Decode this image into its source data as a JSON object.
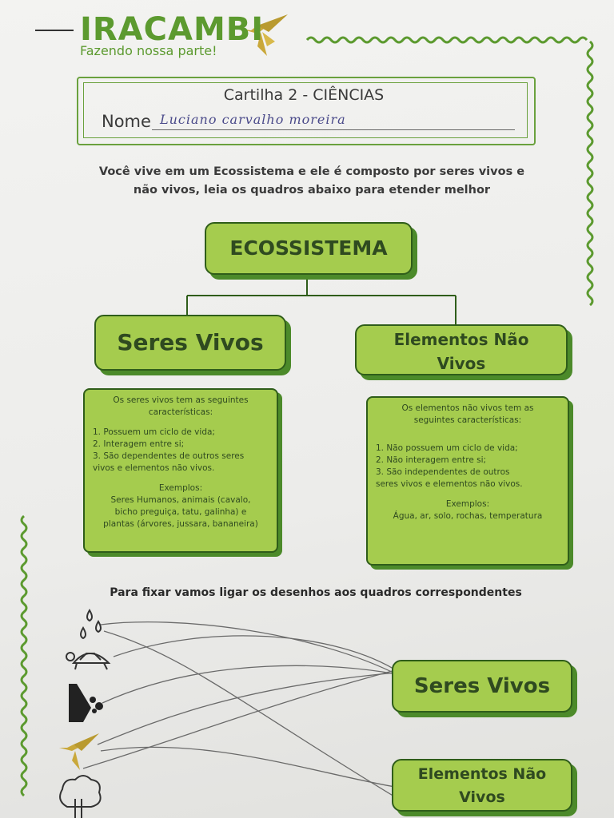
{
  "header": {
    "brand": "IRACAMBI",
    "tagline": "Fazendo nossa parte!"
  },
  "title_box": {
    "title": "Cartilha 2 - CIÊNCIAS",
    "name_label": "Nome",
    "name_value": "Luciano carvalho moreira"
  },
  "intro": {
    "line1": "Você vive em um Ecossistema e ele é composto por seres vivos e",
    "line2": "não vivos, leia os quadros abaixo para etender melhor"
  },
  "diagram": {
    "root": "ECOSSISTEMA",
    "left": "Seres Vivos",
    "right_line1": "Elementos Não",
    "right_line2": "Vivos"
  },
  "living_card": {
    "title_line1": "Os seres vivos tem as seguintes",
    "title_line2": "características:",
    "items": [
      "1. Possuem um ciclo de vida;",
      "2. Interagem entre si;",
      "3. São dependentes de outros seres",
      "vivos e elementos não vivos."
    ],
    "examples_heading": "Exemplos:",
    "examples": [
      "Seres Humanos, animais (cavalo,",
      "bicho preguiça, tatu, galinha) e",
      "plantas (árvores, jussara, bananeira)"
    ]
  },
  "nonliving_card": {
    "title_line1": "Os elementos não vivos tem as",
    "title_line2": "seguintes características:",
    "items": [
      "1. Não possuem um ciclo de vida;",
      "2. Não interagem entre si;",
      "3. São independentes de outros",
      "seres vivos e elementos não vivos."
    ],
    "examples_heading": "Exemplos:",
    "examples": [
      "Água, ar, solo, rochas, temperatura"
    ]
  },
  "exercise": {
    "instruction": "Para fixar vamos ligar os desenhos aos quadros correspondentes",
    "box1": "Seres Vivos",
    "box2_line1": "Elementos Não",
    "box2_line2": "Vivos",
    "icons": [
      "water-drops-icon",
      "turtle-icon",
      "rock-slope-icon",
      "hummingbird-icon",
      "tree-icon"
    ]
  },
  "colors": {
    "green_light": "#a5cc4e",
    "green_dark": "#2f5d1a",
    "brand_green": "#5c9a2f"
  }
}
